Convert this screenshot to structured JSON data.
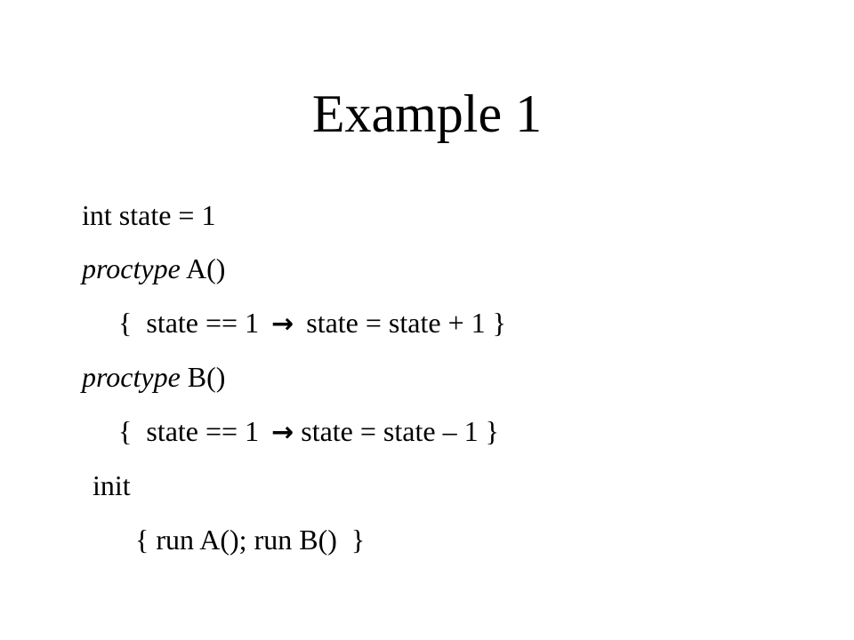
{
  "slide": {
    "title": "Example 1",
    "lines": {
      "l1": "int state = 1",
      "l2_keyword": "proctype",
      "l2_rest": " A()",
      "l3_pre": "{  state == 1",
      "l3_arrow": "→",
      "l3_post": "state = state + 1 }",
      "l4_keyword": "proctype",
      "l4_rest": " B()",
      "l5_pre": "{  state == 1",
      "l5_arrow": "→",
      "l5_post": "state = state – 1 }",
      "l6": "init",
      "l7": "{ run A(); run B()  }"
    },
    "arrow_icon": "right-arrow-icon"
  }
}
